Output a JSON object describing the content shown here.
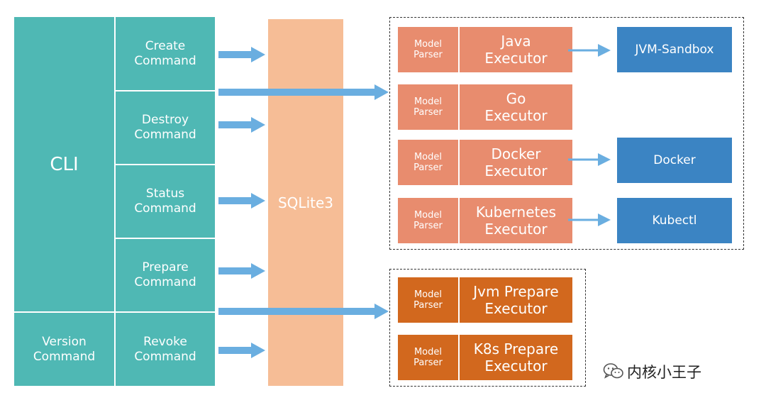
{
  "cli": {
    "label": "CLI",
    "version_label": "Version\nCommand",
    "commands": [
      "Create\nCommand",
      "Destroy\nCommand",
      "Status\nCommand",
      "Prepare\nCommand",
      "Revoke\nCommand"
    ]
  },
  "sqlite": {
    "label": "SQLite3"
  },
  "executors": [
    {
      "parser": "Model\nParser",
      "name": "Java\nExecutor",
      "target": "JVM-Sandbox"
    },
    {
      "parser": "Model\nParser",
      "name": "Go\nExecutor"
    },
    {
      "parser": "Model\nParser",
      "name": "Docker\nExecutor",
      "target": "Docker"
    },
    {
      "parser": "Model\nParser",
      "name": "Kubernetes\nExecutor",
      "target": "Kubectl"
    }
  ],
  "prepare_executors": [
    {
      "parser": "Model\nParser",
      "name": "Jvm Prepare\nExecutor"
    },
    {
      "parser": "Model\nParser",
      "name": "K8s Prepare\nExecutor"
    }
  ],
  "watermark": {
    "text": "内核小王子",
    "icon": "wechat-icon"
  },
  "colors": {
    "teal": "#4fb8b4",
    "sqlite": "#f6bd96",
    "executor": "#e88c6e",
    "prepare_executor": "#d2681e",
    "target": "#3b84c3",
    "arrow": "#6aaee0"
  }
}
